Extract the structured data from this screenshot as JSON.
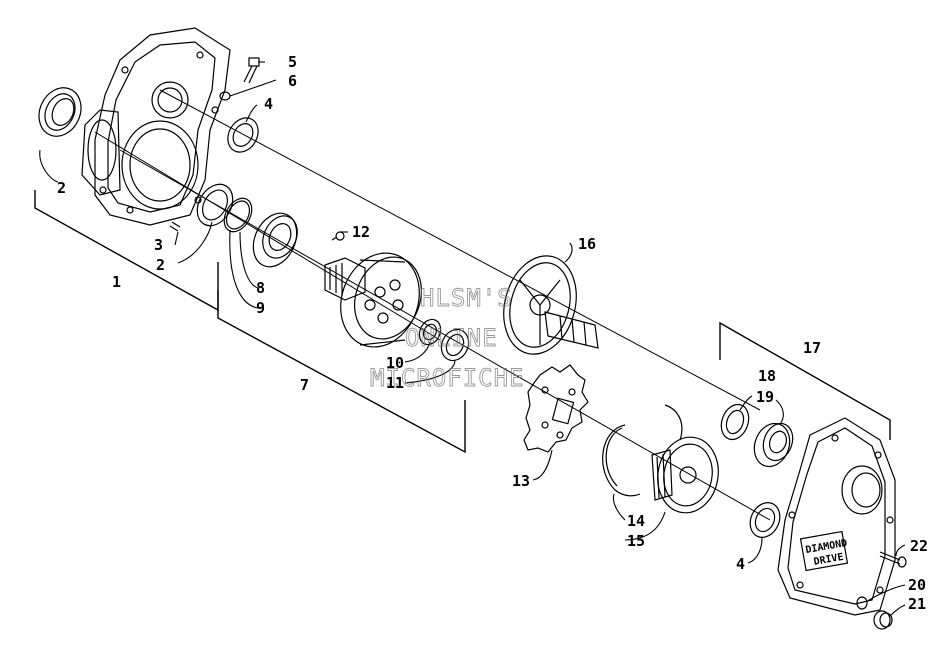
{
  "callouts": {
    "c1": "1",
    "c2a": "2",
    "c2b": "2",
    "c3": "3",
    "c4a": "4",
    "c4b": "4",
    "c5": "5",
    "c6": "6",
    "c7": "7",
    "c8": "8",
    "c9": "9",
    "c10": "10",
    "c11": "11",
    "c12": "12",
    "c13": "13",
    "c14": "14",
    "c15": "15",
    "c16": "16",
    "c17": "17",
    "c18": "18",
    "c19": "19",
    "c20": "20",
    "c21": "21",
    "c22": "22"
  },
  "watermark": {
    "line1": "HLSM'S",
    "line2": "ONLINE",
    "line3": "MICROFICHE"
  },
  "cover_badge": {
    "line1": "DIAMOND",
    "line2": "DRIVE"
  }
}
